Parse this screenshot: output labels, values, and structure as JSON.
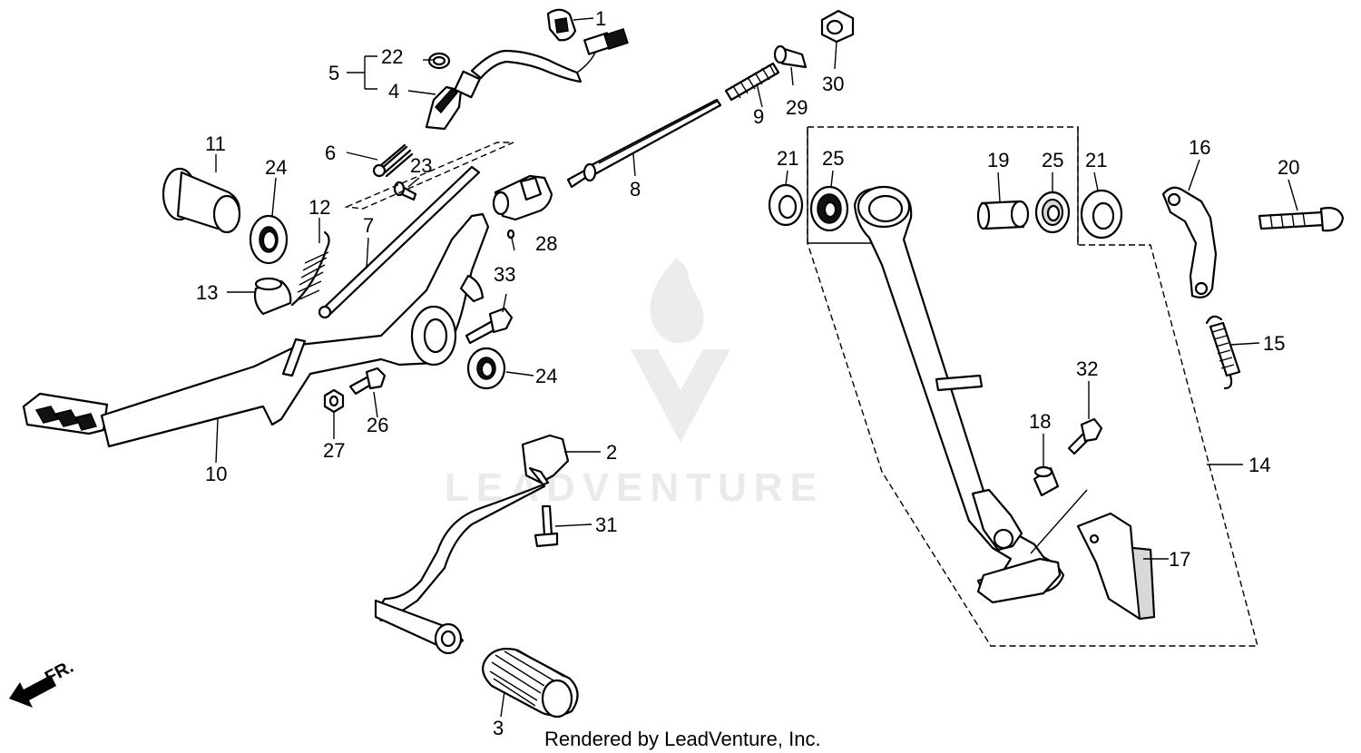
{
  "diagram": {
    "watermark": "LEADVENTURE",
    "credit": "Rendered by LeadVenture, Inc.",
    "direction_marker": "FR.",
    "part_labels": [
      "1",
      "2",
      "3",
      "4",
      "5",
      "6",
      "7",
      "8",
      "9",
      "10",
      "11",
      "12",
      "13",
      "14",
      "15",
      "16",
      "17",
      "18",
      "19",
      "20",
      "21",
      "21",
      "22",
      "23",
      "24",
      "24",
      "25",
      "25",
      "26",
      "27",
      "28",
      "29",
      "30",
      "31",
      "32",
      "33"
    ]
  }
}
